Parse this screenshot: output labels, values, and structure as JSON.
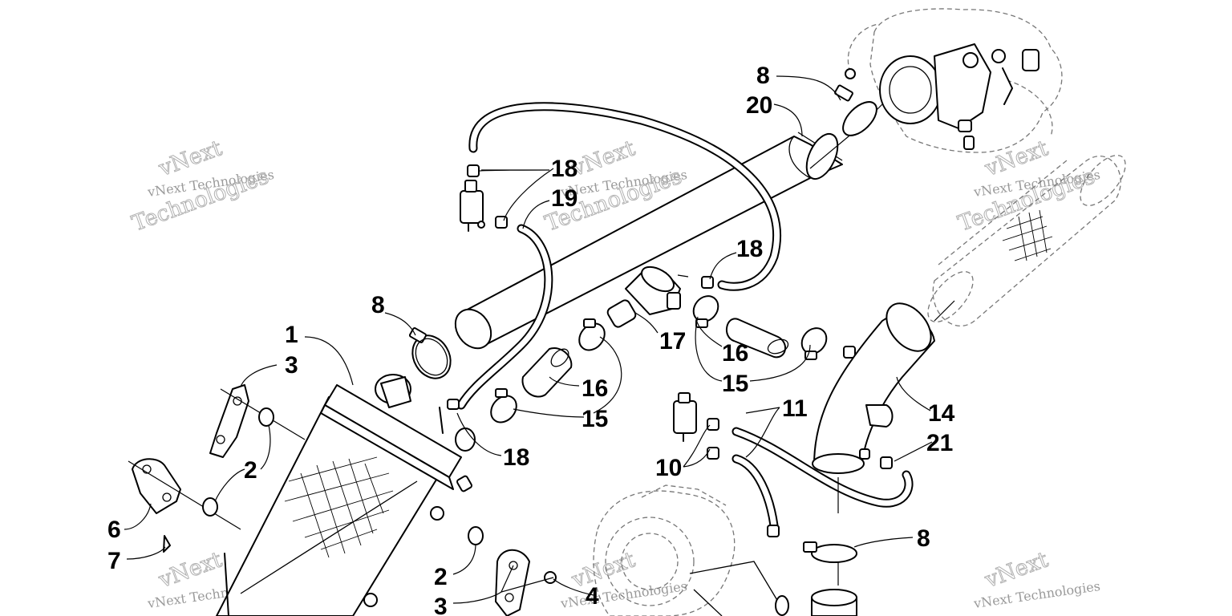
{
  "watermark": {
    "line1": "vNext Technologies",
    "big1": "vNext",
    "big2": "Technologies"
  },
  "callouts": [
    {
      "id": "c8a",
      "label": "8"
    },
    {
      "id": "c20",
      "label": "20"
    },
    {
      "id": "c18a",
      "label": "18"
    },
    {
      "id": "c19",
      "label": "19"
    },
    {
      "id": "c18b",
      "label": "18"
    },
    {
      "id": "c8b",
      "label": "8"
    },
    {
      "id": "c1",
      "label": "1"
    },
    {
      "id": "c3a",
      "label": "3"
    },
    {
      "id": "c17",
      "label": "17"
    },
    {
      "id": "c16a",
      "label": "16"
    },
    {
      "id": "c16b",
      "label": "16"
    },
    {
      "id": "c15a",
      "label": "15"
    },
    {
      "id": "c15b",
      "label": "15"
    },
    {
      "id": "c11",
      "label": "11"
    },
    {
      "id": "c14",
      "label": "14"
    },
    {
      "id": "c18c",
      "label": "18"
    },
    {
      "id": "c21",
      "label": "21"
    },
    {
      "id": "c10",
      "label": "10"
    },
    {
      "id": "c2a",
      "label": "2"
    },
    {
      "id": "c6",
      "label": "6"
    },
    {
      "id": "c7",
      "label": "7"
    },
    {
      "id": "c8c",
      "label": "8"
    },
    {
      "id": "c2b",
      "label": "2"
    },
    {
      "id": "c3b",
      "label": "3"
    },
    {
      "id": "c4",
      "label": "4"
    }
  ]
}
